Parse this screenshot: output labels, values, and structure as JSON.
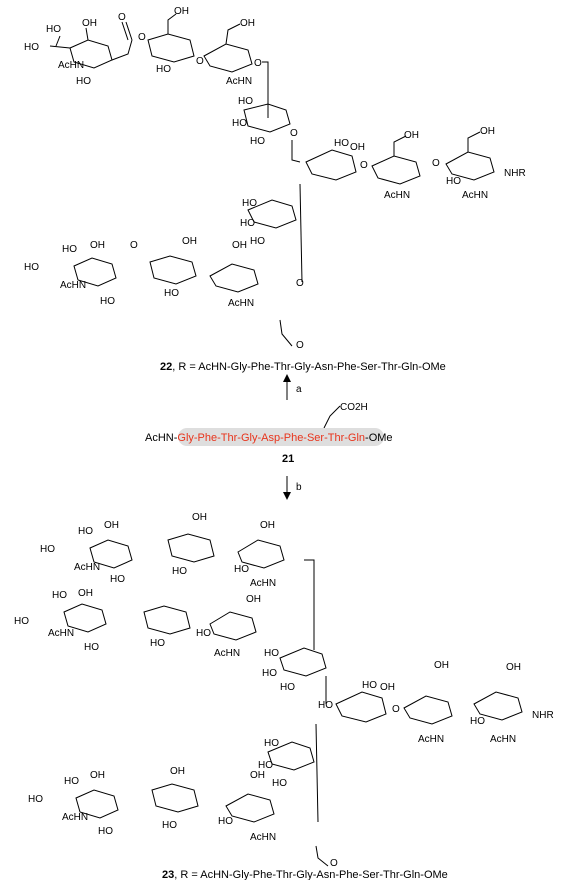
{
  "figure": {
    "compound_22": {
      "number": "22",
      "caption": "R = AcHN-Gly-Phe-Thr-Gly-Asn-Phe-Ser-Thr-Gln-OMe",
      "end_label": "NHR"
    },
    "compound_23": {
      "number": "23",
      "caption": "R = AcHN-Gly-Phe-Thr-Gly-Asn-Phe-Ser-Thr-Gln-OMe",
      "end_label": "NHR"
    },
    "peptide_21": {
      "number": "21",
      "prefix": "AcHN-",
      "sequence": "Gly-Phe-Thr-Gly-Asp-Phe-Ser-Thr-Gln",
      "suffix": "-OMe",
      "side_chain": "CO2H",
      "highlight_color": "#e8341c"
    },
    "arrows": {
      "up_label": "a",
      "down_label": "b"
    },
    "atom_labels": {
      "ho": "HO",
      "oh": "OH",
      "achn": "AcHN",
      "nhr": "NHR",
      "o": "O"
    }
  }
}
